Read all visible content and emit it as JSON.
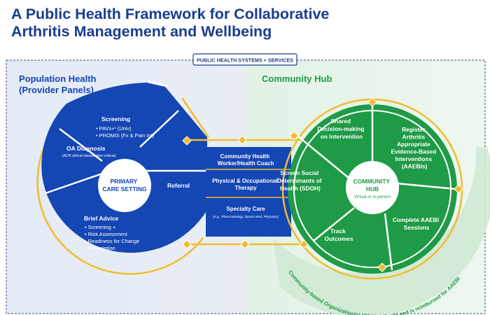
{
  "title": {
    "line1": "A Public Health Framework for Collaborative",
    "line2": "Arthritis Management and Wellbeing"
  },
  "systems_label": "PUBLIC HEALTH SYSTEMS + SERVICES",
  "population": {
    "heading_line1": "Population Health",
    "heading_line2": "(Provider Panels)",
    "center_line1": "PRIMARY",
    "center_line2": "CARE SETTING",
    "screening": {
      "title": "Screening",
      "items": [
        "• PAVs+¹ (Univ)",
        "• PROMIS (Fx & Pain Int)"
      ]
    },
    "oa": {
      "title": "OA Diagnosis",
      "note": "(ACR clinical classification criteria)"
    },
    "referral": "Referral",
    "brief": {
      "title": "Brief Advice",
      "items": [
        "• Screening +",
        "• Risk Assessment",
        "• Readiness for Change",
        "• Prescription"
      ]
    }
  },
  "bridge": {
    "chw_line1": "Community Health",
    "chw_line2": "Worker/Health Coach",
    "pot_line1": "Physical & Occupational",
    "pot_line2": "Therapy",
    "specialty": "Specialty Care",
    "specialty_note": "(e.g., Rheumatology, Sports Med, Physiatry)"
  },
  "community": {
    "heading": "Community Hub",
    "center_line1": "COMMUNITY",
    "center_line2": "HUB",
    "center_line3": "Virtual or in-person",
    "shared": [
      "Shared",
      "Decision-making",
      "on Intervention"
    ],
    "register": [
      "Register",
      "Arthritis",
      "Appropriate",
      "Evidence-Based",
      "Interventions",
      "(AAEBIs)"
    ],
    "sdoh": [
      "Screen Social",
      "Determinants of",
      "Health (SDOH)"
    ],
    "complete": [
      "Complete AAEBI",
      "Sessions"
    ],
    "track": [
      "Track",
      "Outcomes"
    ],
    "cbo_label": "Community-based Organization(s) (CBO) delivers and is reimbursed for AAEBI"
  },
  "colors": {
    "blue": "#1446b4",
    "green": "#1f9a46",
    "gold": "#f2bc2e",
    "title_blue": "#1a3d8f",
    "panel_blue": "#e7edf6",
    "panel_green": "#e6f3e8"
  }
}
